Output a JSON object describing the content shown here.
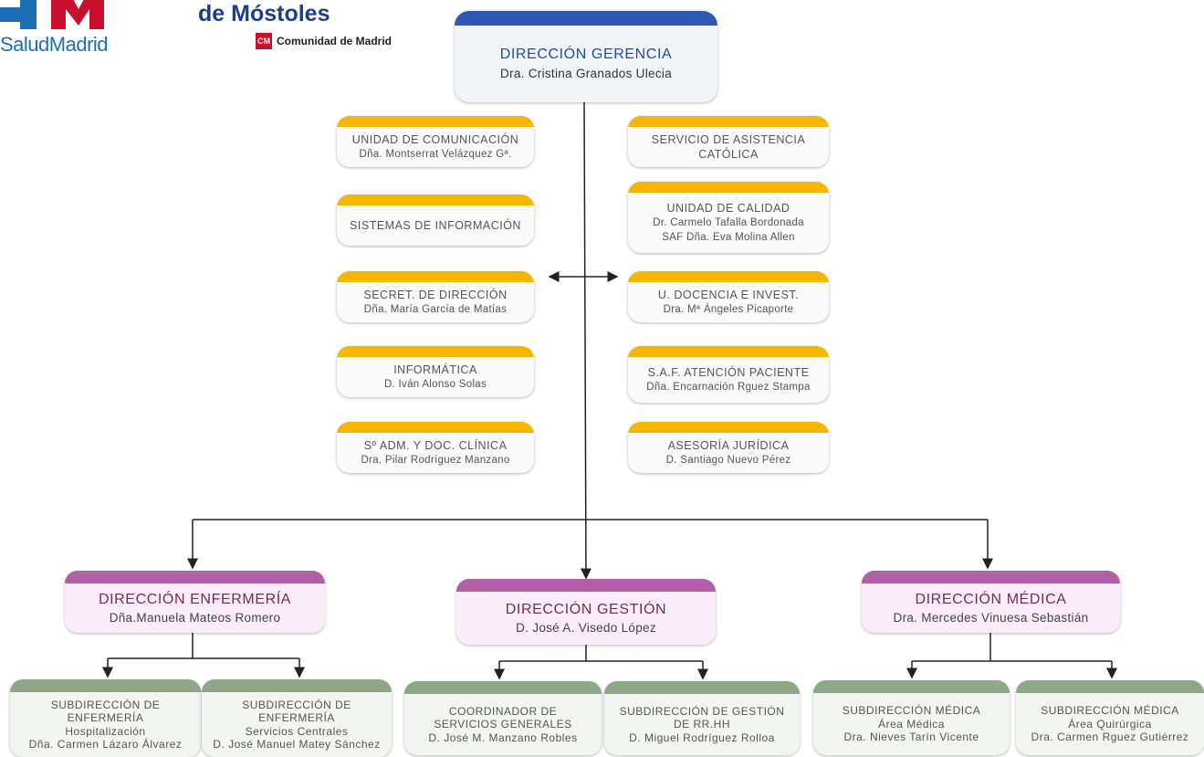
{
  "logo": {
    "salud": "SaludMadrid",
    "hospital": "de Móstoles",
    "community_icon": "CM",
    "community": "Comunidad de Madrid"
  },
  "top": {
    "title": "DIRECCIÓN GERENCIA",
    "person": "Dra. Cristina Granados Ulecia"
  },
  "left_units": [
    {
      "title": "UNIDAD DE COMUNICACIÓN",
      "person": "Dña. Montserrat Velázquez Gª."
    },
    {
      "title": "SISTEMAS DE INFORMACIÓN"
    },
    {
      "title": "SECRET. DE DIRECCIÓN",
      "person": "Dña. María García de Matías"
    },
    {
      "title": "INFORMÁTICA",
      "person": "D. Iván Alonso Solas"
    },
    {
      "title": "Sº ADM. Y DOC. CLÍNICA",
      "person": "Dra. Pilar Rodríguez Manzano"
    }
  ],
  "right_units": [
    {
      "title": "SERVICIO DE ASISTENCIA",
      "title2": "CATÓLICA"
    },
    {
      "title": "UNIDAD DE CALIDAD",
      "person": "Dr. Carmelo Tafalla Bordonada",
      "person2": "SAF Dña. Eva Molina Allen"
    },
    {
      "title": "U. DOCENCIA E INVEST.",
      "person": "Dra. Mª Ángeles Picaporte"
    },
    {
      "title": "S.A.F. ATENCIÓN PACIENTE",
      "person": "Dña. Encarnación Rguez Stampa"
    },
    {
      "title": "ASESORÍA JURÍDICA",
      "person": "D. Santiago Nuevo Pérez"
    }
  ],
  "directions": [
    {
      "title": "DIRECCIÓN  ENFERMERÍA",
      "person": "Dña.Manuela Mateos Romero"
    },
    {
      "title": "DIRECCIÓN  GESTIÓN",
      "person": "D. José A. Visedo López"
    },
    {
      "title": "DIRECCIÓN  MÉDICA",
      "person": "Dra. Mercedes Vinuesa Sebastián"
    }
  ],
  "subdirections": [
    {
      "l1": "SUBDIRECCIÓN DE",
      "l2": "ENFERMERÍA",
      "l3": "Hospitalización",
      "l4": "Dña. Carmen Lázaro Álvarez"
    },
    {
      "l1": "SUBDIRECCIÓN DE",
      "l2": "ENFERMERÍA",
      "l3": "Servicios Centrales",
      "l4": "D. José Manuel Matey Sánchez"
    },
    {
      "l1": "COORDINADOR DE",
      "l2": "SERVICIOS GENERALES",
      "l3": "D. José M. Manzano Robles"
    },
    {
      "l1": "SUBDIRECCIÓN DE GESTIÓN",
      "l2": "DE RR.HH",
      "l3": "D. Miguel Rodríguez Rolloa"
    },
    {
      "l1": "SUBDIRECCIÓN MÉDICA",
      "l2": "Área Médica",
      "l3": "Dra. Nieves Tarín Vicente"
    },
    {
      "l1": "SUBDIRECCIÓN MÉDICA",
      "l2": "Área Quirúrgica",
      "l3": "Dra. Carmen Rguez Gutiérrez"
    }
  ],
  "colors": {
    "top_bar": "#2f58b5",
    "unit_bar": "#f5b600",
    "direction_bar": "#b15fa7",
    "sub_bar": "#8ea887",
    "connector": "#222222"
  }
}
